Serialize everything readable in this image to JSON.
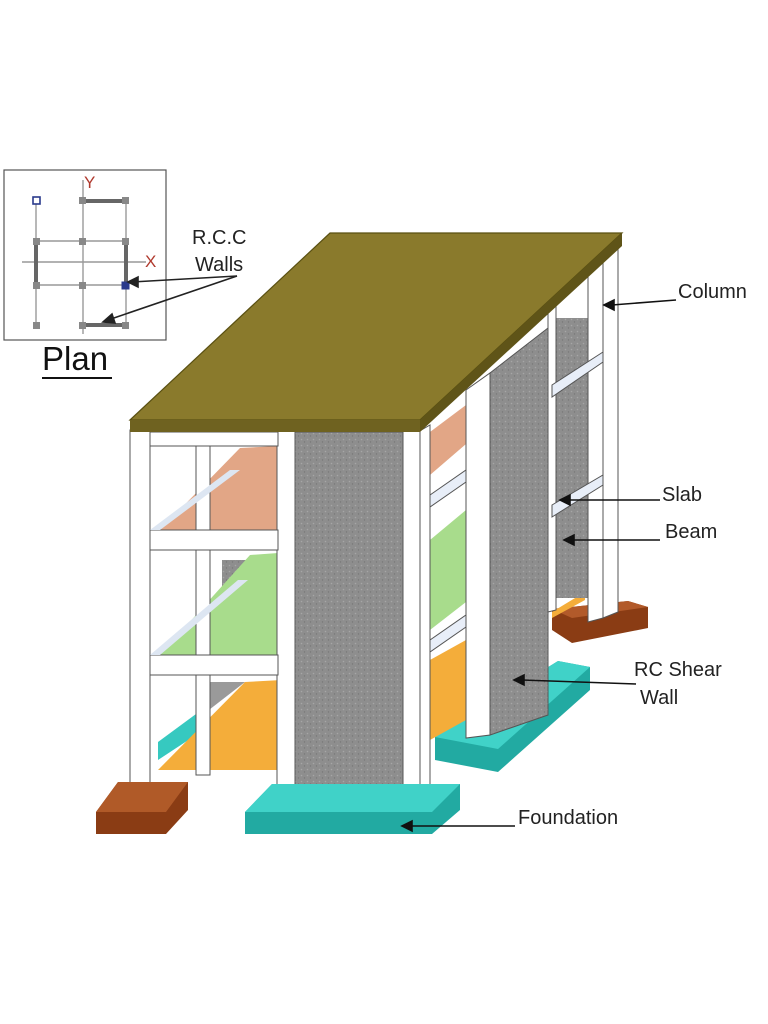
{
  "plan": {
    "title": "Plan",
    "axis_y": "Y",
    "axis_x": "X",
    "wall_label_line1": "R.C.C",
    "wall_label_line2": "Walls"
  },
  "labels": {
    "column": "Column",
    "slab": "Slab",
    "beam": "Beam",
    "shear_wall_line1": "RC Shear",
    "shear_wall_line2": "Wall",
    "foundation": "Foundation"
  },
  "colors": {
    "roof": "#8a7a2c",
    "frame": "#ffffff",
    "shear_wall": "#8c8c8c",
    "slab_upper": "#e2a686",
    "slab_middle": "#a8dc8c",
    "slab_lower": "#f4ad3a",
    "foundation_teal": "#36c9c0",
    "footing_brown": "#8a3c14"
  }
}
